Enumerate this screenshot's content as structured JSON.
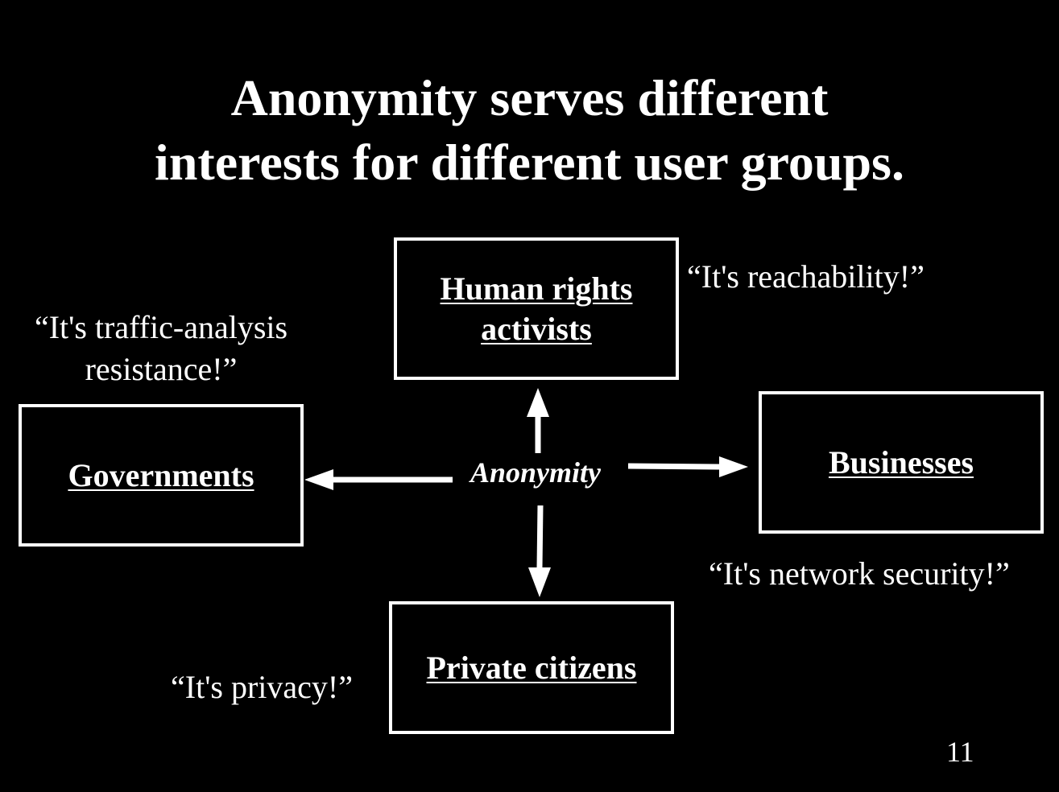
{
  "title": {
    "line1": "Anonymity serves different",
    "line2": "interests for different user groups."
  },
  "center": {
    "label": "Anonymity"
  },
  "groups": {
    "human_rights": {
      "line1": "Human rights",
      "line2": "activists"
    },
    "governments": {
      "label": "Governments"
    },
    "businesses": {
      "label": "Businesses"
    },
    "private_citizens": {
      "label": "Private citizens"
    }
  },
  "quotes": {
    "human_rights": "“It's reachability!”",
    "governments_line1": "“It's traffic-analysis",
    "governments_line2": "resistance!”",
    "businesses": "“It's network security!”",
    "private_citizens": "“It's privacy!”"
  },
  "page_number": "11",
  "colors": {
    "background": "#000000",
    "foreground": "#ffffff"
  }
}
